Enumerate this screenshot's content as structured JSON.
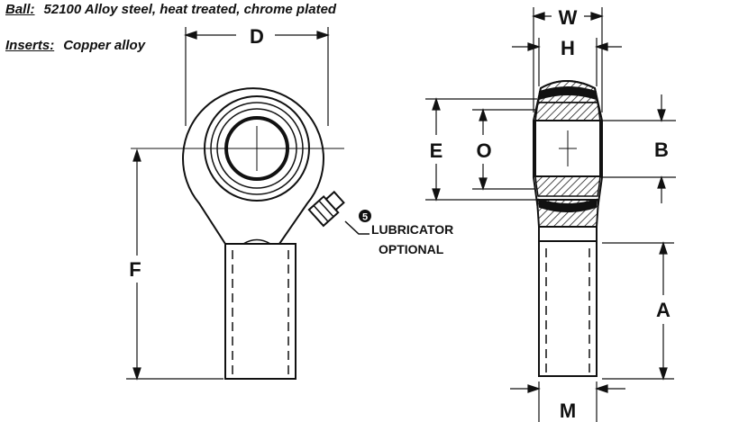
{
  "notes": {
    "ball_label": "Ball:",
    "ball_text": "52100 Alloy steel, heat treated, chrome plated",
    "inserts_label": "Inserts:",
    "inserts_text": "Copper alloy"
  },
  "dimensions": {
    "D": "D",
    "F": "F",
    "W": "W",
    "H": "H",
    "E": "E",
    "O": "O",
    "B": "B",
    "A": "A",
    "M": "M"
  },
  "callout": {
    "number": "5",
    "line1": "LUBRICATOR",
    "line2": "OPTIONAL"
  }
}
